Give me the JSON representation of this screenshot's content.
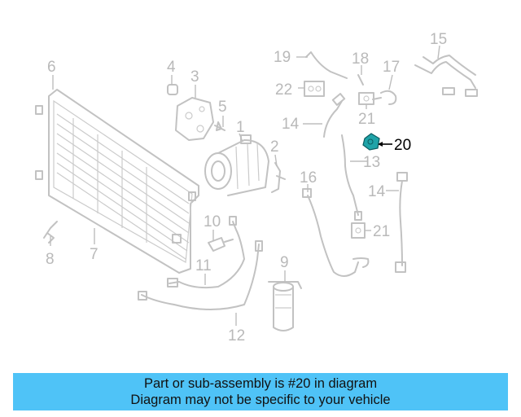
{
  "diagram": {
    "highlight_color": "#1fa3a8",
    "callouts": {
      "c1": "1",
      "c2": "2",
      "c3": "3",
      "c4": "4",
      "c5": "5",
      "c6": "6",
      "c7": "7",
      "c8": "8",
      "c9": "9",
      "c10": "10",
      "c11": "11",
      "c12": "12",
      "c13": "13",
      "c14a": "14",
      "c14b": "14",
      "c15": "15",
      "c16": "16",
      "c17": "17",
      "c18": "18",
      "c19": "19",
      "c20": "20",
      "c21a": "21",
      "c21b": "21",
      "c22": "22"
    }
  },
  "banner": {
    "line1": "Part or sub-assembly is #20 in diagram",
    "line2": "Diagram may not be specific to your vehicle",
    "color": "#4fc3f7"
  }
}
